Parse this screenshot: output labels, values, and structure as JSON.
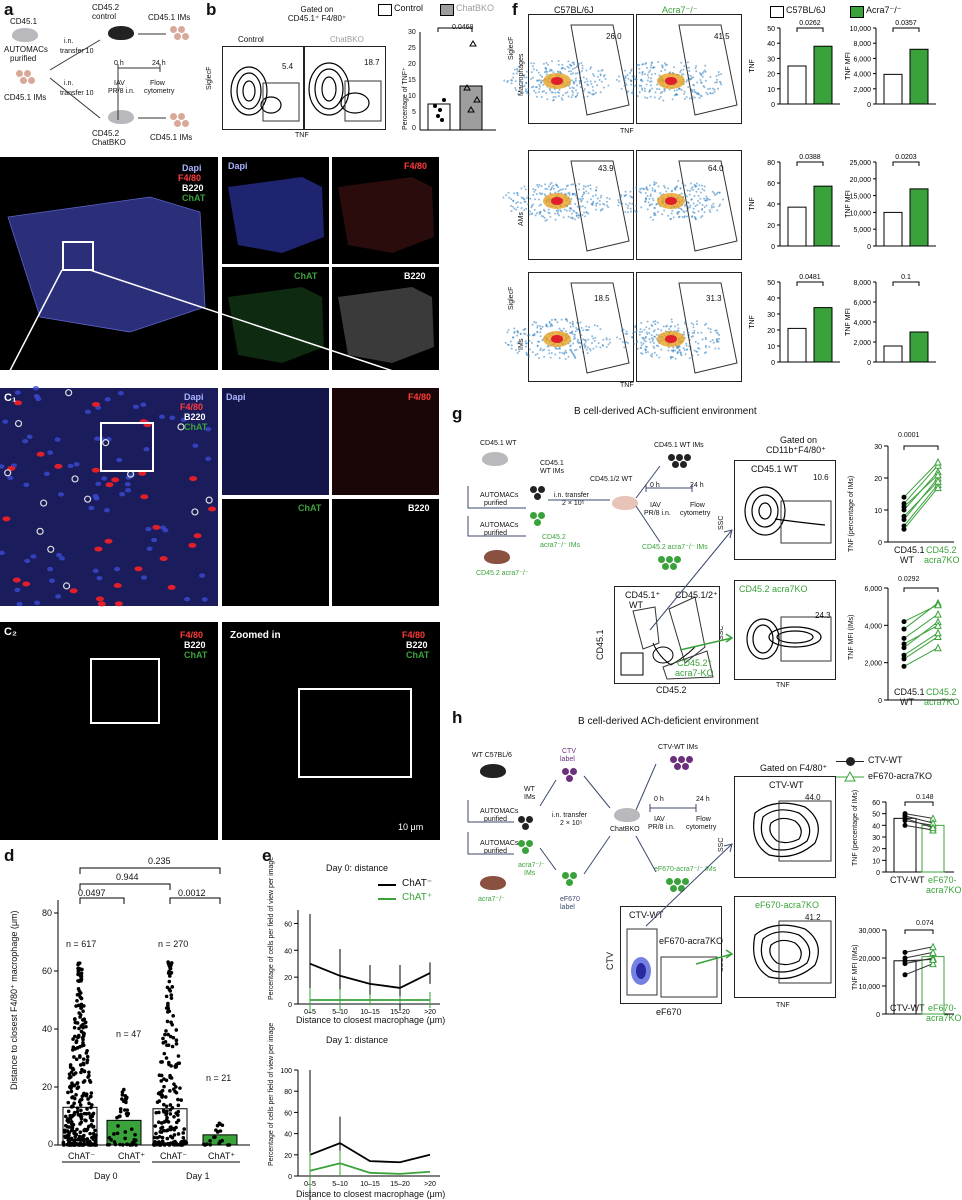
{
  "panels": {
    "a": "a",
    "b": "b",
    "c": "c",
    "d": "d",
    "e": "e",
    "f": "f",
    "g": "g",
    "h": "h"
  },
  "colors": {
    "green": "#3aa23a",
    "grey": "#9e9e9e",
    "blue": "#3b4bd6",
    "red": "#e01f2b",
    "purple": "#6b2f7e",
    "mouse_black": "#222222",
    "mouse_grey": "#b9b9bd",
    "mouse_brown": "#8a5040",
    "cell_tan": "#d8a898"
  },
  "a": {
    "cd451": "CD45.1",
    "automacs": "AUTOMACs",
    "purified": "purified",
    "cd451ims": "CD45.1 IMs",
    "cd452control": "CD45.2",
    "control": "control",
    "transfer1": "i.n.",
    "transfer1b": "transfer 10",
    "transfer2": "i.n.",
    "transfer2b": "transfer 10",
    "cd451ims_top": "CD45.1 IMs",
    "zero_h": "0 h",
    "t24h": "24 h",
    "iav": "IAV",
    "pr8": "PR/8 i.n.",
    "flow": "Flow",
    "cytometry": "cytometry",
    "cd452chat": "CD45.2",
    "chatbko": "ChatBKO",
    "cd451ims_bot": "CD45.1 IMs"
  },
  "b": {
    "legend_control": "Control",
    "legend_chatbko": "ChatBKO",
    "gated": "Gated on",
    "gated2": "CD45.1⁺ F4/80⁺",
    "col_control": "Control",
    "col_chatbko": "ChatBKO",
    "val_control": "5.4",
    "val_chatbko": "18.7",
    "ylab_flow": "SiglecF",
    "xlab_flow": "TNF",
    "pval": "0.0468",
    "ylabel": "Percentage of TNF⁺",
    "yticks": [
      "0",
      "5",
      "10",
      "15",
      "20",
      "25",
      "30"
    ]
  },
  "c": {
    "dapi": "Dapi",
    "f480": "F4/80",
    "b220": "B220",
    "chat": "ChAT",
    "c1": "C₁",
    "c2": "C₂",
    "zoomed": "Zoomed in",
    "scale": "10 μm"
  },
  "d": {
    "ylabel": "Distance to closest F4/80⁺ macrophage (μm)",
    "yticks": [
      "0",
      "20",
      "40",
      "60",
      "80"
    ],
    "p_top": "0.235",
    "p_mid": "0.944",
    "p_l": "0.0497",
    "p_r": "0.0012",
    "n1": "n = 617",
    "n2": "n = 47",
    "n3": "n = 270",
    "n4": "n = 21",
    "x1": "ChAT⁻",
    "x2": "ChAT⁺",
    "x3": "ChAT⁻",
    "x4": "ChAT⁺",
    "day0": "Day 0",
    "day1": "Day 1"
  },
  "e": {
    "title1": "Day 0: distance",
    "title2": "Day 1: distance",
    "legend_neg": "ChAT⁻",
    "legend_pos": "ChAT⁺",
    "ylabel": "Percentage of cells per field of view per image",
    "xlabel": "Distance to closest macrophage (μm)",
    "xticks": [
      "0–5",
      "5–10",
      "10–15",
      "15–20",
      ">20"
    ],
    "yticks1": [
      "0",
      "20",
      "40",
      "60"
    ],
    "yticks2": [
      "0",
      "20",
      "40",
      "60",
      "80",
      "100"
    ]
  },
  "f": {
    "col1": "C57BL/6J",
    "col2": "Acra7⁻/⁻",
    "legend1": "C57BL/6J",
    "legend2": "Acra7⁻/⁻",
    "row1": "Macrophages",
    "row2": "AMs",
    "row3": "IMs",
    "siglec": "SiglecF",
    "siglec2": "SiglecF",
    "tnf": "TNF",
    "tnf2": "TNF",
    "vals": [
      "26.0",
      "41.5",
      "43.9",
      "64.0",
      "18.5",
      "31.3"
    ],
    "p": [
      "0.0262",
      "0.0357",
      "0.0388",
      "0.0203",
      "0.0481",
      "0.1"
    ],
    "ylab_tnf": "TNF",
    "ylab_mfi": "TNF MFI",
    "yt_tnf1": [
      "0",
      "10",
      "20",
      "30",
      "40",
      "50"
    ],
    "yt_mfi1": [
      "0",
      "2,000",
      "4,000",
      "6,000",
      "8,000",
      "10,000"
    ],
    "yt_tnf2": [
      "0",
      "20",
      "40",
      "60",
      "80"
    ],
    "yt_mfi2": [
      "0",
      "5,000",
      "10,000",
      "15,000",
      "20,000",
      "25,000"
    ],
    "yt_tnf3": [
      "0",
      "10",
      "20",
      "30",
      "40",
      "50"
    ],
    "yt_mfi3": [
      "0",
      "2,000",
      "4,000",
      "6,000",
      "8,000"
    ]
  },
  "g": {
    "title": "B cell-derived ACh-sufficient environment",
    "cd451wt": "CD45.1 WT",
    "cd451": "CD45.1",
    "wtims": "WT IMs",
    "automacs": "AUTOMACs",
    "purified": "purified",
    "automacs2": "AUTOMACs",
    "purified2": "purified",
    "transfer": "i.n. transfer",
    "transfer2": "2 × 10⁵",
    "cd4512wt": "CD45.1/2 WT",
    "cd451wtims": "CD45.1 WT IMs",
    "zero_h": "0 h",
    "t24": "24 h",
    "iav": "IAV",
    "pr8": "PR/8 i.n.",
    "flow": "Flow",
    "cyt": "cytometry",
    "cd452": "CD45.2",
    "acra": "acra7⁻/⁻ IMs",
    "cd452acra": "CD45.2 acra7⁻/⁻ IMs",
    "cd452acra_mouse": "CD45.2 acra7⁻/⁻",
    "gated": "Gated on",
    "gated2": "CD11b⁺F4/80⁺",
    "flow1": "CD45.1 WT",
    "flow1v": "10.6",
    "flow2": "CD45.2 acra7KO",
    "flow2v": "24.3",
    "gate_wt": "CD45.1⁺",
    "gate_wt2": "WT",
    "gate_12": "CD45.1/2⁺",
    "gate_ko": "CD45.2⁺",
    "gate_ko2": "acra7-KO",
    "ylab_big": "CD45.1",
    "xlab_big": "CD45.2",
    "ssc": "SSC",
    "ssc2": "SSC",
    "tnf": "TNF",
    "p1": "0.0001",
    "p2": "0.0292",
    "ylab1": "TNF (percentage of IMs)",
    "ylab2": "TNF MFI (IMs)",
    "yt1": [
      "0",
      "10",
      "20",
      "30"
    ],
    "yt2": [
      "0",
      "2,000",
      "4,000",
      "6,000"
    ],
    "x1a": "CD45.1",
    "x1b": "WT",
    "x2a": "CD45.2",
    "x2b": "acra7KO",
    "x3a": "CD45.1",
    "x3b": "WT",
    "x4a": "CD45.2",
    "x4b": "acra7KO"
  },
  "h": {
    "title": "B cell-derived ACh-deficient environment",
    "wt": "WT C57BL/6",
    "wtims": "WT",
    "wtims2": "IMs",
    "automacs": "AUTOMACs",
    "purified": "purified",
    "automacs2": "AUTOMACs",
    "purified2": "purified",
    "acra": "acra7⁻/⁻",
    "acraims": "acra7⁻/⁻",
    "acraims2": "IMs",
    "ctv": "CTV",
    "ctv2": "label",
    "ef670": "eF670",
    "ef670b": "label",
    "transfer": "i.n. transfer",
    "transfer2": "2 × 10⁵",
    "chatbko": "ChatBKO",
    "ctvwtims": "CTV-WT IMs",
    "ef670ims": "eF670-acra7⁻/⁻ IMs",
    "zero_h": "0 h",
    "t24": "24 h",
    "iav": "IAV",
    "pr8": "PR/8 i.n.",
    "flow": "Flow",
    "cyt": "cytometry",
    "gated": "Gated on F4/80⁺",
    "flow1": "CTV-WT",
    "flow1v": "44.0",
    "flow2": "eF670-acra7KO",
    "flow2v": "41.2",
    "gate_ctv": "CTV-WT",
    "gate_ef": "eF670-acra7KO",
    "ylab_big": "CTV",
    "xlab_big": "eF670",
    "ssc": "SSC",
    "ssc2": "SSC",
    "tnf": "TNF",
    "legend1": "CTV-WT",
    "legend2": "eF670-acra7KO",
    "p1": "0.148",
    "p2": "0.074",
    "ylab1": "TNF (percentage of IMs)",
    "ylab2": "TNF MFI (IMs)",
    "yt1": [
      "0",
      "10",
      "20",
      "30",
      "40",
      "50",
      "60"
    ],
    "yt2": [
      "0",
      "10,000",
      "20,000",
      "30,000"
    ],
    "x1": "CTV-WT",
    "x2a": "eF670-",
    "x2b": "acra7KO",
    "x3": "CTV-WT",
    "x4a": "eF670-",
    "x4b": "acra7KO"
  }
}
